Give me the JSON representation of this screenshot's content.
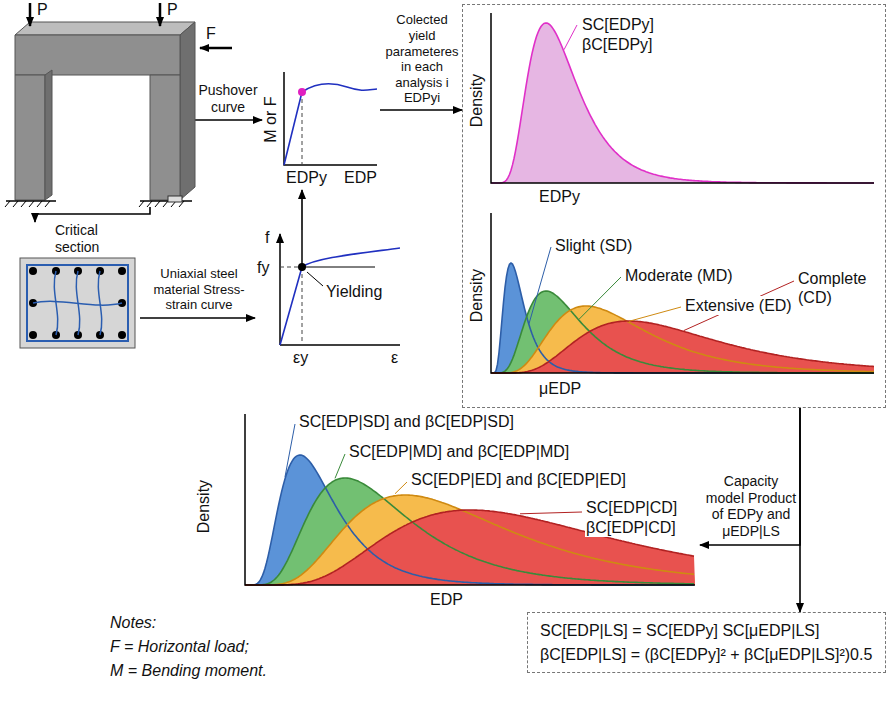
{
  "diagram": {
    "nodes": [
      {
        "text": [
          "P",
          "P",
          "F"
        ]
      },
      {
        "text": [
          "M or F",
          "EDPy",
          "EDP"
        ]
      },
      {
        "text": [
          "Critical section"
        ]
      },
      {
        "text": [
          "f",
          "fy",
          "εy",
          "ε",
          "Yielding"
        ]
      },
      {
        "text": []
      },
      {
        "text": [
          "SC[EDPy]",
          "βC[EDPy]",
          "Density",
          "EDPy"
        ],
        "in": 4
      },
      {
        "text": [
          "Slight (SD)",
          "Moderate (MD)",
          "Extensive (ED)",
          "Complete (CD)",
          "Density",
          "μEDP"
        ],
        "in": 4
      },
      {
        "text": [
          "SC[EDP|SD] and βC[EDP|SD]",
          "SC[EDP|MD] and βC[EDP|MD]",
          "SC[EDP|ED] and βC[EDP|ED]",
          "SC[EDP|CD]",
          "βC[EDP|CD]",
          "Density",
          "EDP"
        ]
      },
      {
        "text": [
          "SC[EDP|LS] = SC[EDPy] SC[μEDP|LS]",
          "βC[EDP|LS] = (βC[EDPy]² + βC[μEDP|LS]²)0.5"
        ]
      }
    ],
    "edges": [
      {
        "from": 0,
        "to": 1,
        "arrow": "to",
        "label": "Pushover curve"
      },
      {
        "from": 1,
        "to": 4,
        "arrow": "to",
        "label": "Colected yield parameteres in each analysis i EDPyi"
      },
      {
        "from": 0,
        "to": 2,
        "arrow": "to"
      },
      {
        "from": 2,
        "to": 3,
        "arrow": "to",
        "label": "Uniaxial steel material Stress-strain curve"
      },
      {
        "from": 3,
        "to": 1,
        "arrow": "to"
      },
      {
        "from": 4,
        "to": 7,
        "arrow": "to",
        "label": "Capacity model Product of EDPy and μEDP|LS"
      },
      {
        "from": 4,
        "to": 8,
        "arrow": "to"
      }
    ],
    "labels": [
      "Notes:",
      "F = Horizontal load;",
      "M = Bending moment."
    ]
  }
}
